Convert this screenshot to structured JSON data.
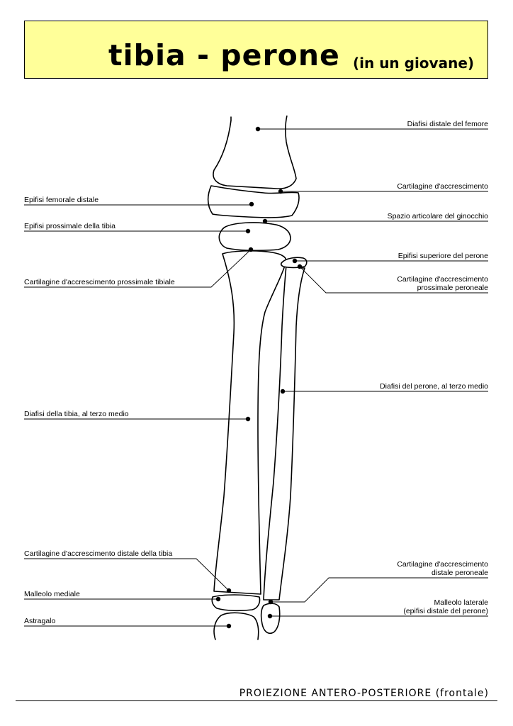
{
  "title": {
    "main": "tibia - perone",
    "sub": "(in un giovane)"
  },
  "labels_right": {
    "diafisi_femore": "Diafisi distale del femore",
    "cartilagine_accrescimento": "Cartilagine d'accrescimento",
    "spazio_articolare": "Spazio articolare del ginocchio",
    "epifisi_superiore_perone": "Epifisi superiore del perone",
    "cartilagine_prossimale_peroneale_1": "Cartilagine d'accrescimento",
    "cartilagine_prossimale_peroneale_2": "prossimale peroneale",
    "diafisi_perone": "Diafisi del perone, al terzo medio",
    "cartilagine_distale_peroneale_1": "Cartilagine d'accrescimento",
    "cartilagine_distale_peroneale_2": "distale peroneale",
    "malleolo_laterale_1": "Malleolo laterale",
    "malleolo_laterale_2": "(epifisi distale del perone)"
  },
  "labels_left": {
    "epifisi_femorale": "Epifisi femorale distale",
    "epifisi_tibia": "Epifisi prossimale della tibia",
    "cartilagine_tibiale": "Cartilagine d'accrescimento prossimale tibiale",
    "diafisi_tibia": "Diafisi della tibia, al terzo medio",
    "cartilagine_distale_tibia": "Cartilagine d'accrescimento distale della tibia",
    "malleolo_mediale": "Malleolo mediale",
    "astragalo": "Astragalo"
  },
  "footer": "PROIEZIONE ANTERO-POSTERIORE (frontale)",
  "colors": {
    "title_background": "#ffff99",
    "lines": "#000000"
  }
}
